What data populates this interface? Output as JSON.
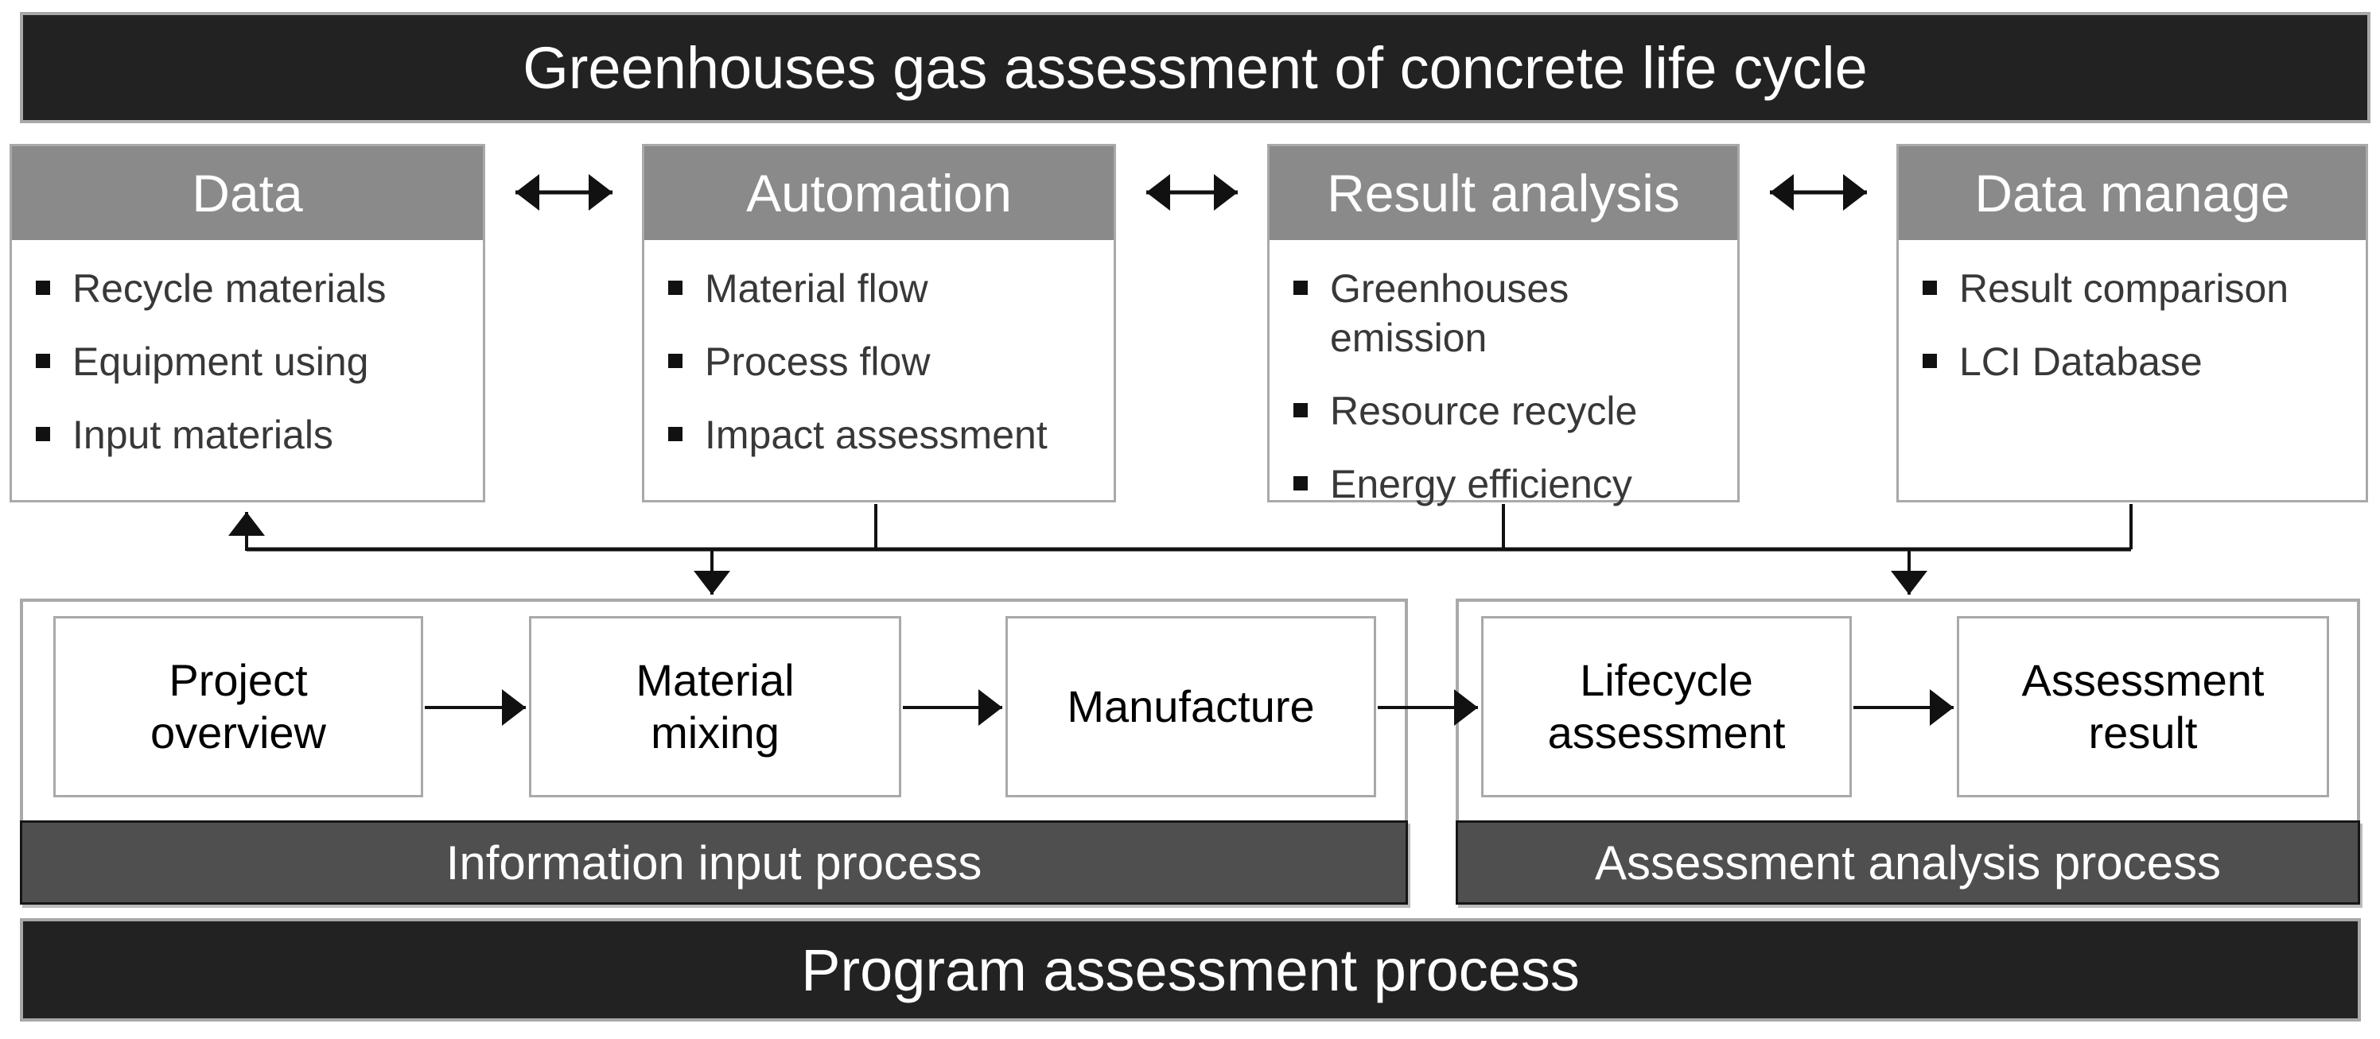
{
  "title_bar": {
    "label": "Greenhouses gas assessment of concrete life cycle"
  },
  "modules": [
    {
      "id": "data",
      "title": "Data",
      "items": [
        "Recycle materials",
        "Equipment using",
        "Input materials"
      ]
    },
    {
      "id": "automation",
      "title": "Automation",
      "items": [
        "Material flow",
        "Process flow",
        "Impact assessment"
      ]
    },
    {
      "id": "result-analysis",
      "title": "Result analysis",
      "items": [
        "Greenhouses emission",
        "Resource recycle",
        "Energy efficiency"
      ]
    },
    {
      "id": "data-manage",
      "title": "Data manage",
      "items": [
        "Result comparison",
        "LCI Database"
      ]
    }
  ],
  "process_flow": {
    "steps": [
      "Project overview",
      "Material mixing",
      "Manufacture",
      "Lifecycle assessment",
      "Assessment result"
    ],
    "groups": [
      {
        "label": "Information input process"
      },
      {
        "label": "Assessment analysis process"
      }
    ]
  },
  "footer_bar": {
    "label": "Program assessment process"
  },
  "colors": {
    "bar_background": "#222222",
    "bar_border": "#a8a8a8",
    "module_header_background": "#8a8a8a",
    "box_border": "#a9a9a9",
    "group_label_background": "#4f4f4f",
    "arrow": "#111111",
    "bullet_text": "#383838"
  }
}
